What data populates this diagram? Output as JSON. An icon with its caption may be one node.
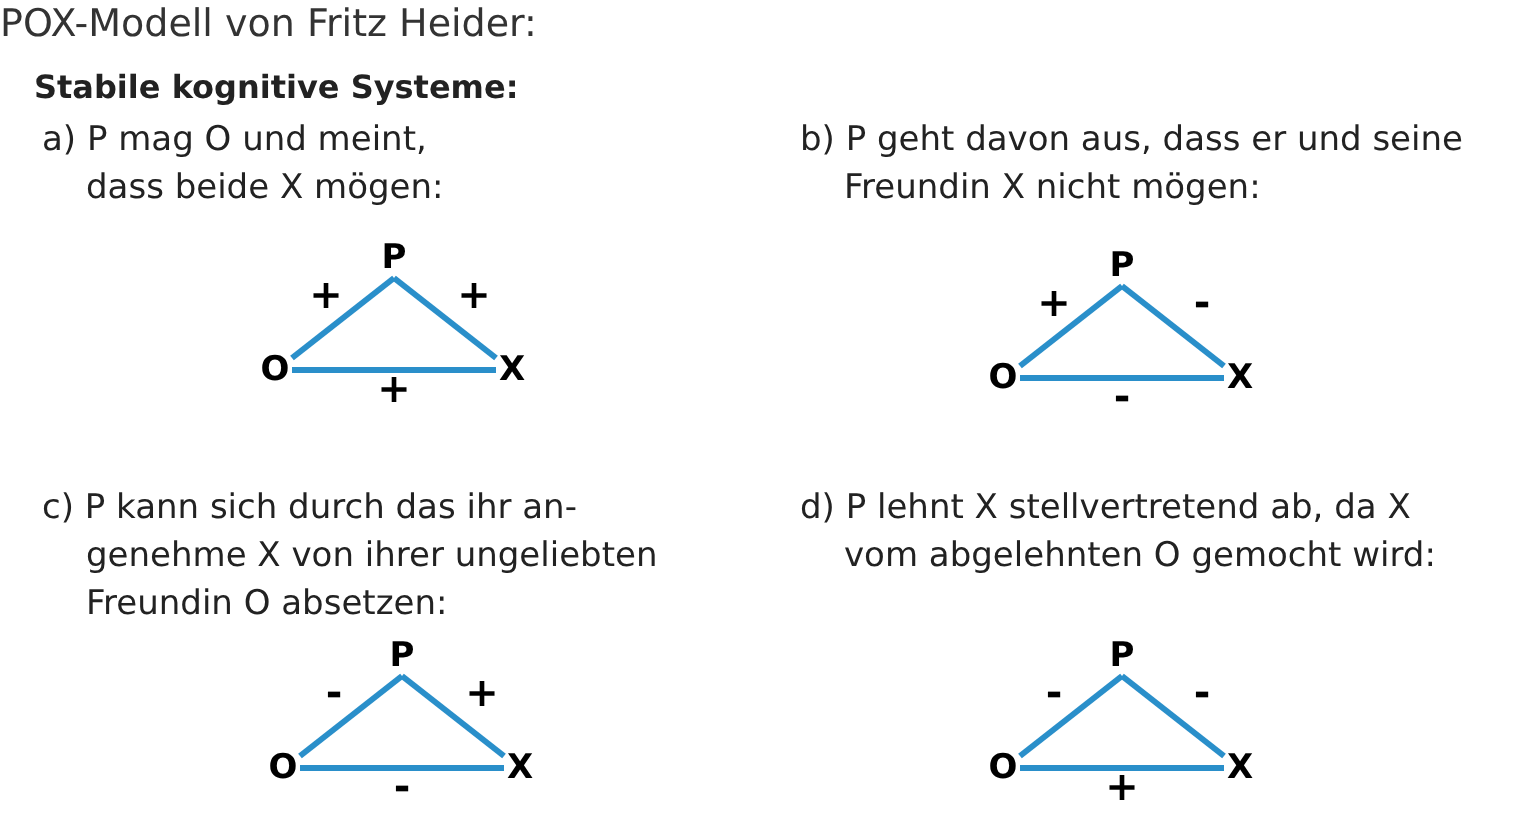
{
  "diagram": {
    "title": "POX-Modell von Fritz Heider:",
    "nodes": [
      {
        "text": [
          "P"
        ]
      },
      {
        "text": [
          "O"
        ]
      },
      {
        "text": [
          "X"
        ]
      },
      {
        "text": [
          "P"
        ]
      },
      {
        "text": [
          "O"
        ]
      },
      {
        "text": [
          "X"
        ]
      },
      {
        "text": [
          "P"
        ]
      },
      {
        "text": [
          "O"
        ]
      },
      {
        "text": [
          "X"
        ]
      },
      {
        "text": [
          "P"
        ]
      },
      {
        "text": [
          "O"
        ]
      },
      {
        "text": [
          "X"
        ]
      }
    ],
    "edges": [
      {
        "from": 0,
        "to": 1,
        "arrow": "none",
        "label": "+"
      },
      {
        "from": 0,
        "to": 2,
        "arrow": "none",
        "label": "+"
      },
      {
        "from": 1,
        "to": 2,
        "arrow": "none",
        "label": "+"
      },
      {
        "from": 3,
        "to": 4,
        "arrow": "none",
        "label": "+"
      },
      {
        "from": 3,
        "to": 5,
        "arrow": "none",
        "label": "-"
      },
      {
        "from": 4,
        "to": 5,
        "arrow": "none",
        "label": "-"
      },
      {
        "from": 6,
        "to": 7,
        "arrow": "none",
        "label": "-"
      },
      {
        "from": 6,
        "to": 8,
        "arrow": "none",
        "label": "+"
      },
      {
        "from": 7,
        "to": 8,
        "arrow": "none",
        "label": "-"
      },
      {
        "from": 9,
        "to": 10,
        "arrow": "none",
        "label": "-"
      },
      {
        "from": 9,
        "to": 11,
        "arrow": "none",
        "label": "-"
      },
      {
        "from": 10,
        "to": 11,
        "arrow": "none",
        "label": "+"
      }
    ],
    "labels": [
      "Stabile kognitive Systeme:",
      "a) P mag O und meint, dass beide X mögen:",
      "b) P geht davon aus, dass er und seine Freundin X nicht mögen:",
      "c) P kann sich durch das ihr an- genehme X von ihrer ungeliebten Freundin O absetzen:",
      "d) P lehnt X stellvertretend ab, da X vom abgelehnten O gemocht wird:"
    ]
  }
}
